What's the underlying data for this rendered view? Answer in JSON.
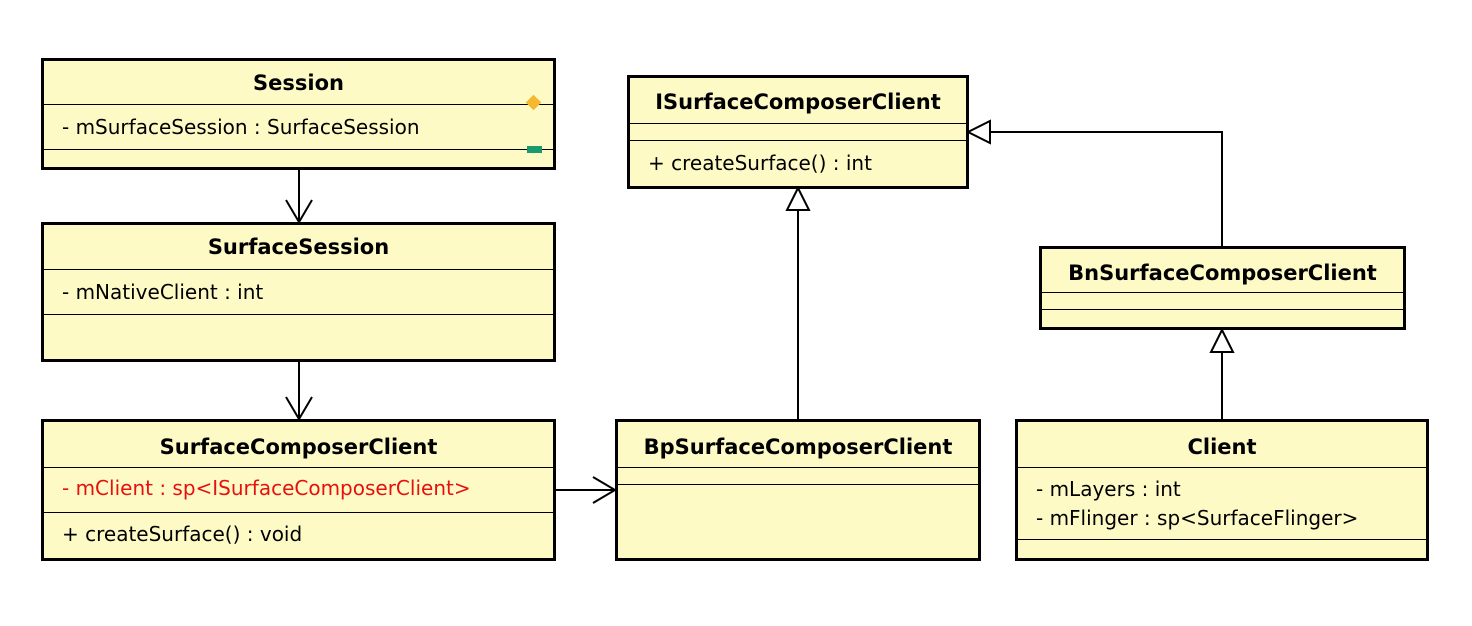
{
  "classes": {
    "session": {
      "name": "Session",
      "attributes": [
        "- mSurfaceSession : SurfaceSession"
      ],
      "operations": []
    },
    "surface_session": {
      "name": "SurfaceSession",
      "attributes": [
        "- mNativeClient : int"
      ],
      "operations": []
    },
    "surface_composer_client": {
      "name": "SurfaceComposerClient",
      "attributes": [
        "- mClient : sp<ISurfaceComposerClient>"
      ],
      "operations": [
        "+ createSurface() : void"
      ]
    },
    "i_surface_composer_client": {
      "name": "ISurfaceComposerClient",
      "attributes": [],
      "operations": [
        "+ createSurface() : int"
      ]
    },
    "bp_surface_composer_client": {
      "name": "BpSurfaceComposerClient",
      "attributes": [],
      "operations": []
    },
    "bn_surface_composer_client": {
      "name": "BnSurfaceComposerClient",
      "attributes": [],
      "operations": []
    },
    "client": {
      "name": "Client",
      "attributes": [
        "- mLayers : int",
        "- mFlinger : sp<SurfaceFlinger>"
      ],
      "operations": []
    }
  },
  "relations": [
    {
      "type": "association",
      "from": "Session",
      "to": "SurfaceSession"
    },
    {
      "type": "association",
      "from": "SurfaceSession",
      "to": "SurfaceComposerClient"
    },
    {
      "type": "association",
      "from": "SurfaceComposerClient",
      "to": "BpSurfaceComposerClient"
    },
    {
      "type": "generalization",
      "from": "BpSurfaceComposerClient",
      "to": "ISurfaceComposerClient"
    },
    {
      "type": "generalization",
      "from": "BnSurfaceComposerClient",
      "to": "ISurfaceComposerClient"
    },
    {
      "type": "generalization",
      "from": "Client",
      "to": "BnSurfaceComposerClient"
    }
  ],
  "colors": {
    "class_fill": "#fdfac6",
    "highlight_text": "#e8100f",
    "diamond_marker": "#f5b82e",
    "bar_marker": "#1a9a6c"
  }
}
